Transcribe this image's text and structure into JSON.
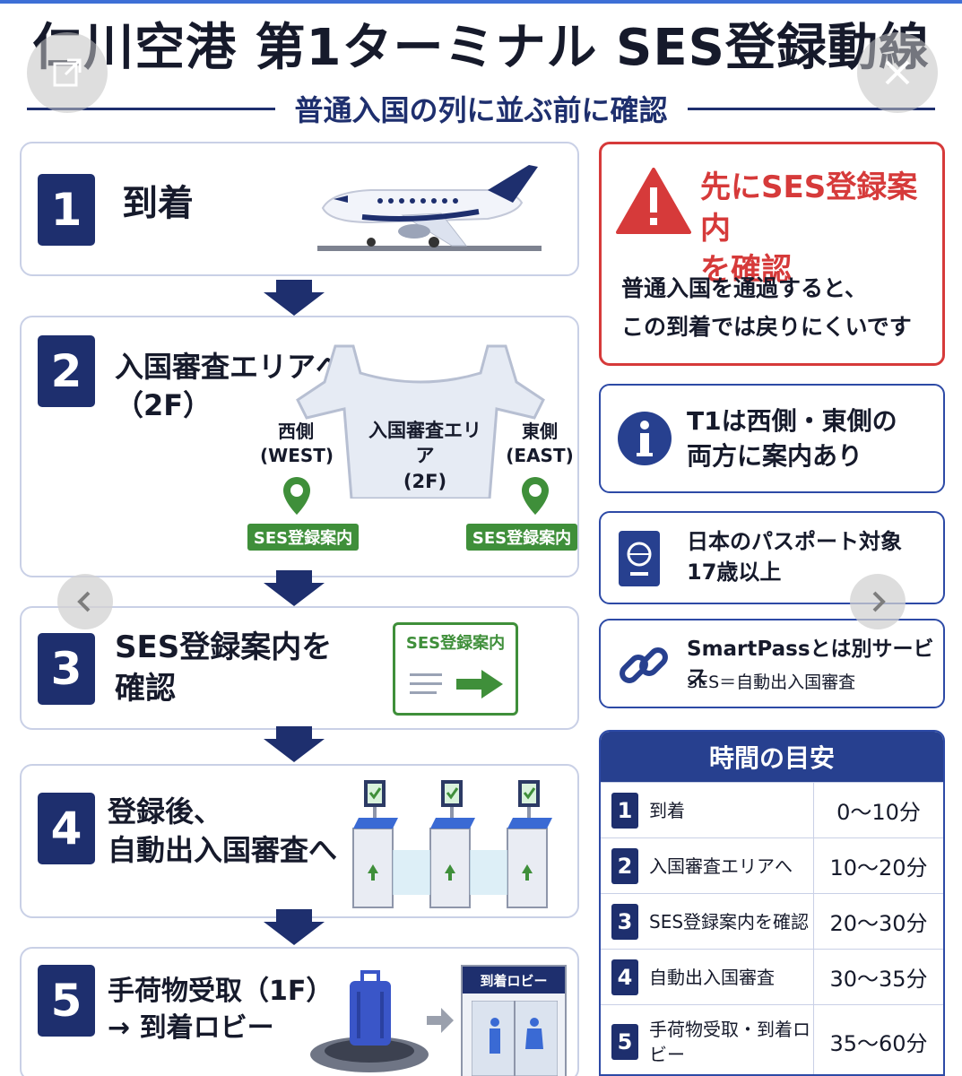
{
  "header": {
    "title": "仁川空港 第1ターミナル SES登録動線",
    "subtitle": "普通入国の列に並ぶ前に確認"
  },
  "steps": [
    {
      "num": "1",
      "text": "到着"
    },
    {
      "num": "2",
      "text_line1": "入国審査エリアへ",
      "text_line2": "（2F）",
      "map": {
        "center_label_1": "入国審査エリア",
        "center_label_2": "(2F)",
        "west_label_1": "西側",
        "west_label_2": "(WEST)",
        "east_label_1": "東側",
        "east_label_2": "(EAST)",
        "pin_label": "SES登録案内"
      }
    },
    {
      "num": "3",
      "text_line1": "SES登録案内を",
      "text_line2": "確認",
      "sign_label": "SES登録案内"
    },
    {
      "num": "4",
      "text_line1": "登録後、",
      "text_line2": "自動出入国審査へ"
    },
    {
      "num": "5",
      "text_line1": "手荷物受取（1F）",
      "text_line2": "→ 到着ロビー",
      "lobby_label": "到着ロビー"
    }
  ],
  "warning": {
    "title_line1": "先にSES登録案内",
    "title_line2": "を確認",
    "body_line1": "普通入国を通過すると、",
    "body_line2": "この到着では戻りにくいです"
  },
  "info_cards": [
    {
      "icon": "info-icon",
      "line1": "T1は西側・東側の",
      "line2": "両方に案内あり"
    },
    {
      "icon": "passport-icon",
      "line1": "日本のパスポート対象",
      "line2": "17歳以上"
    },
    {
      "icon": "link-icon",
      "line1": "SmartPassとは別サービス",
      "line2": "SES＝自動出入国審査"
    }
  ],
  "timetable": {
    "header": "時間の目安",
    "rows": [
      {
        "num": "1",
        "label": "到着",
        "time": "0〜10分"
      },
      {
        "num": "2",
        "label": "入国審査エリアへ",
        "time": "10〜20分"
      },
      {
        "num": "3",
        "label": "SES登録案内を確認",
        "time": "20〜30分"
      },
      {
        "num": "4",
        "label": "自動出入国審査",
        "time": "30〜35分"
      },
      {
        "num": "5",
        "label": "手荷物受取・到着ロビー",
        "time": "35〜60分"
      }
    ]
  },
  "colors": {
    "navy": "#1e2f6e",
    "warning_red": "#d63a3a",
    "guide_green": "#3f8f3a",
    "border": "#c9d0e6"
  }
}
